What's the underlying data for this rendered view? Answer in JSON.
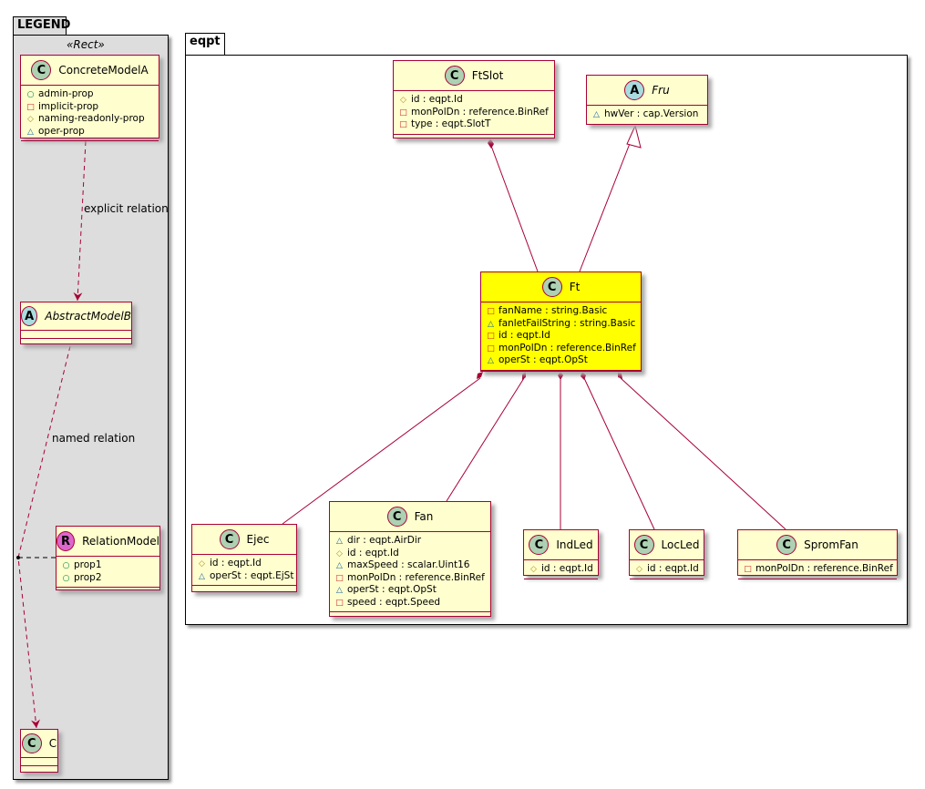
{
  "packages": {
    "legend": "LEGEND",
    "eqpt": "eqpt"
  },
  "legend_stereotype": "«Rect»",
  "relation_labels": {
    "explicit": "explicit relation",
    "named": "named relation"
  },
  "colors": {
    "border": "#A80036",
    "fill": "#FEFECE",
    "highlight": "#FFFF00",
    "class_circle": "#ADD1B2",
    "abstract_circle": "#A9DCDF",
    "relation_circle": "#DD66CC"
  },
  "classes": [
    {
      "id": "ConcreteModelA",
      "kind": "C",
      "name": "ConcreteModelA",
      "attrs": [
        {
          "v": "+",
          "t": "admin-prop"
        },
        {
          "v": "-",
          "t": "implicit-prop"
        },
        {
          "v": "#",
          "t": "naming-readonly-prop"
        },
        {
          "v": "~",
          "t": "oper-prop"
        }
      ]
    },
    {
      "id": "AbstractModelB",
      "kind": "A",
      "name": "AbstractModelB",
      "attrs": []
    },
    {
      "id": "RelationModel",
      "kind": "R",
      "name": "RelationModel",
      "attrs": [
        {
          "v": "+",
          "t": "prop1"
        },
        {
          "v": "+",
          "t": "prop2"
        }
      ]
    },
    {
      "id": "C",
      "kind": "C",
      "name": "C",
      "attrs": []
    },
    {
      "id": "FtSlot",
      "kind": "C",
      "name": "FtSlot",
      "attrs": [
        {
          "v": "#",
          "t": "id : eqpt.Id"
        },
        {
          "v": "-",
          "t": "monPolDn : reference.BinRef"
        },
        {
          "v": "-",
          "t": "type : eqpt.SlotT"
        }
      ]
    },
    {
      "id": "Fru",
      "kind": "A",
      "name": "Fru",
      "attrs": [
        {
          "v": "~",
          "t": "hwVer : cap.Version"
        }
      ]
    },
    {
      "id": "Ft",
      "kind": "C",
      "name": "Ft",
      "highlight": true,
      "attrs": [
        {
          "v": "-",
          "t": "fanName : string.Basic"
        },
        {
          "v": "~",
          "t": "fanletFailString : string.Basic"
        },
        {
          "v": "-",
          "t": "id : eqpt.Id"
        },
        {
          "v": "-",
          "t": "monPolDn : reference.BinRef"
        },
        {
          "v": "~",
          "t": "operSt : eqpt.OpSt"
        }
      ]
    },
    {
      "id": "Ejec",
      "kind": "C",
      "name": "Ejec",
      "attrs": [
        {
          "v": "#",
          "t": "id : eqpt.Id"
        },
        {
          "v": "~",
          "t": "operSt : eqpt.EjSt"
        }
      ]
    },
    {
      "id": "Fan",
      "kind": "C",
      "name": "Fan",
      "attrs": [
        {
          "v": "~",
          "t": "dir : eqpt.AirDir"
        },
        {
          "v": "#",
          "t": "id : eqpt.Id"
        },
        {
          "v": "~",
          "t": "maxSpeed : scalar.Uint16"
        },
        {
          "v": "-",
          "t": "monPolDn : reference.BinRef"
        },
        {
          "v": "~",
          "t": "operSt : eqpt.OpSt"
        },
        {
          "v": "-",
          "t": "speed : eqpt.Speed"
        }
      ]
    },
    {
      "id": "IndLed",
      "kind": "C",
      "name": "IndLed",
      "attrs": [
        {
          "v": "#",
          "t": "id : eqpt.Id"
        }
      ]
    },
    {
      "id": "LocLed",
      "kind": "C",
      "name": "LocLed",
      "attrs": [
        {
          "v": "#",
          "t": "id : eqpt.Id"
        }
      ]
    },
    {
      "id": "SpromFan",
      "kind": "C",
      "name": "SpromFan",
      "attrs": [
        {
          "v": "-",
          "t": "monPolDn : reference.BinRef"
        }
      ]
    }
  ]
}
